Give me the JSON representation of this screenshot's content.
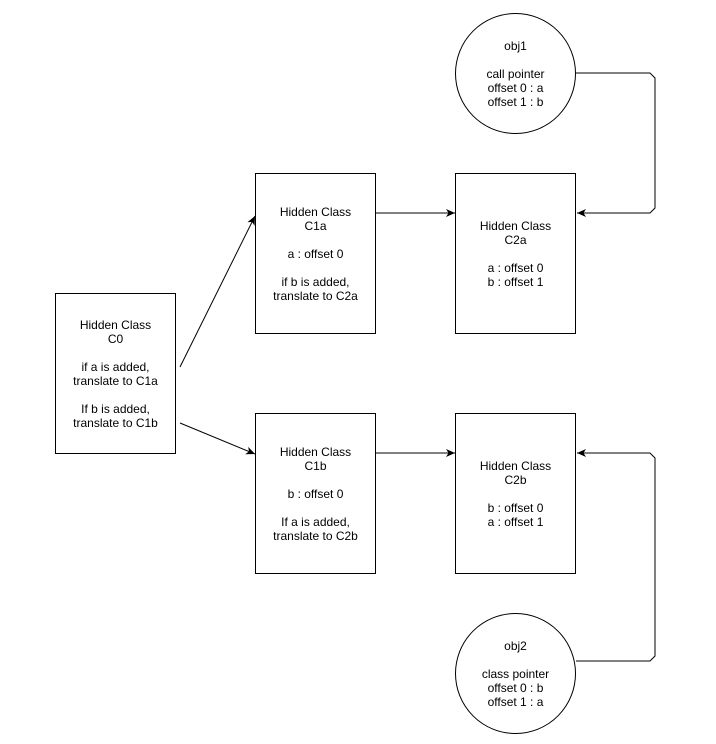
{
  "diagram": {
    "nodes": [
      {
        "id": "c0",
        "shape": "rect",
        "lines": [
          "Hidden Class",
          "C0",
          "",
          "if a is added,",
          "translate to C1a",
          "",
          "If b is added,",
          "translate to C1b"
        ]
      },
      {
        "id": "c1a",
        "shape": "rect",
        "lines": [
          "Hidden Class",
          "C1a",
          "",
          "a : offset 0",
          "",
          "if b is added,",
          "translate to C2a"
        ]
      },
      {
        "id": "c2a",
        "shape": "rect",
        "lines": [
          "Hidden Class",
          "C2a",
          "",
          "a : offset 0",
          "b : offset 1"
        ]
      },
      {
        "id": "c1b",
        "shape": "rect",
        "lines": [
          "Hidden Class",
          "C1b",
          "",
          "b : offset 0",
          "",
          "If a is added,",
          "translate to C2b"
        ]
      },
      {
        "id": "c2b",
        "shape": "rect",
        "lines": [
          "Hidden Class",
          "C2b",
          "",
          "b : offset 0",
          "a : offset 1"
        ]
      },
      {
        "id": "obj1",
        "shape": "circle",
        "lines": [
          "obj1",
          "",
          "call pointer",
          "offset 0 : a",
          "offset 1 : b"
        ]
      },
      {
        "id": "obj2",
        "shape": "circle",
        "lines": [
          "obj2",
          "",
          "class pointer",
          "offset 0 : b",
          "offset 1 : a"
        ]
      }
    ],
    "edges": [
      {
        "from": "c0",
        "to": "c1a"
      },
      {
        "from": "c0",
        "to": "c1b"
      },
      {
        "from": "c1a",
        "to": "c2a"
      },
      {
        "from": "c1b",
        "to": "c2b"
      },
      {
        "from": "obj1",
        "to": "c2a"
      },
      {
        "from": "obj2",
        "to": "c2b"
      }
    ],
    "colors": {
      "stroke": "#000000",
      "fill": "#ffffff",
      "text": "#000000"
    }
  }
}
